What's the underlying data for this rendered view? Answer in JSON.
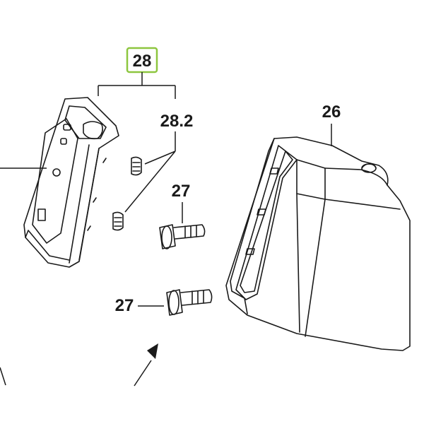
{
  "diagram": {
    "callouts": {
      "lamp_assembly": "28",
      "bulbs": "28.2",
      "cover": "26",
      "screw_upper": "27",
      "screw_lower": "27"
    },
    "colors": {
      "line": "#1a1a1a",
      "highlight_box": "#8dc63f",
      "background": "#ffffff"
    }
  }
}
